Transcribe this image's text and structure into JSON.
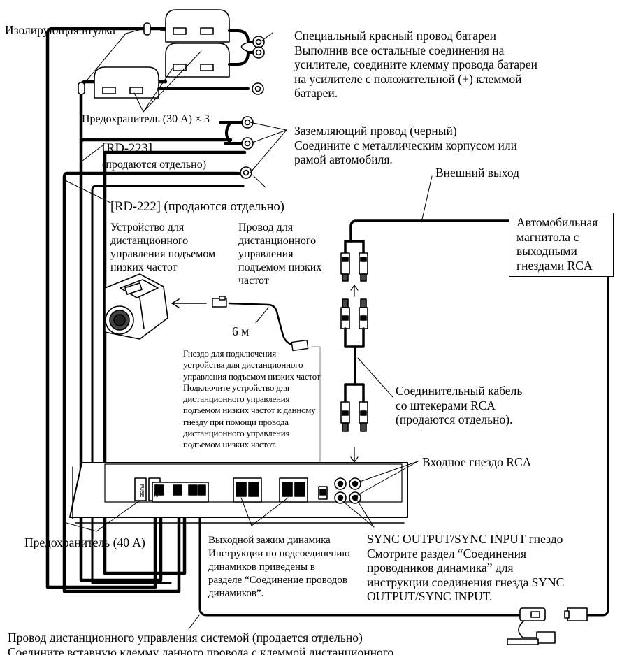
{
  "labels": {
    "insulating_sleeve": "Изолирующая втулка",
    "battery_wire": [
      "Специальный красный провод батареи",
      "Выполнив все остальные соединения на",
      "усилителе, соедините клемму провода батареи",
      "на усилителе с положительной (+) клеммой",
      "батареи."
    ],
    "fuse_30a": "Предохранитель (30 A) × 3",
    "ground_wire": [
      "Заземляющий провод (черный)",
      "Соедините с металлическим корпусом или",
      "рамой автомобиля."
    ],
    "rd223_model": "[RD-223]",
    "rd223_note": "(продаются отдельно)",
    "rd222": "[RD-222] (продаются отдельно)",
    "external_output": "Внешний выход",
    "car_stereo": [
      "Автомобильная",
      "магнитола с",
      "выходными",
      "гнездами RCA"
    ],
    "remote_device": [
      "Устройство для",
      "дистанционного",
      "управления подъемом",
      "низких частот"
    ],
    "remote_cable": [
      "Провод для",
      "дистанционного",
      "управления",
      "подъемом низких",
      "частот"
    ],
    "length": "6 м",
    "remote_jack": [
      "Гнездо для подключения",
      "устройства для дистанционного",
      "управления подъемом низких частот",
      "Подключите устройство для",
      "дистанционного управления",
      "подъемом низких частот к данному",
      "гнезду при помощи провода",
      "дистанционного управления",
      "подъемом низких частот."
    ],
    "rca_cable": [
      "Соединительный кабель",
      "со штекерами RCA",
      "(продаются отдельно)."
    ],
    "rca_input": "Входное гнездо RCA",
    "fuse_40a": "Предохранитель (40 A)",
    "speaker_terminal": [
      "Выходной зажим динамика",
      "Инструкции по подсоединению",
      "динамиков приведены в",
      "разделе “Соединение проводов",
      "динамиков”."
    ],
    "sync": [
      "SYNC OUTPUT/SYNC INPUT гнездо",
      "Смотрите раздел “Соединения",
      "проводников динамика” для",
      "инструкции соединения гнезда SYNC",
      "OUTPUT/SYNC INPUT."
    ],
    "system_remote": [
      "Провод дистанционного управления системой (продается отдельно)",
      "Соедините вставную клемму данного провода с клеммой дистанционного"
    ],
    "fuse_marking": "FUSE"
  }
}
